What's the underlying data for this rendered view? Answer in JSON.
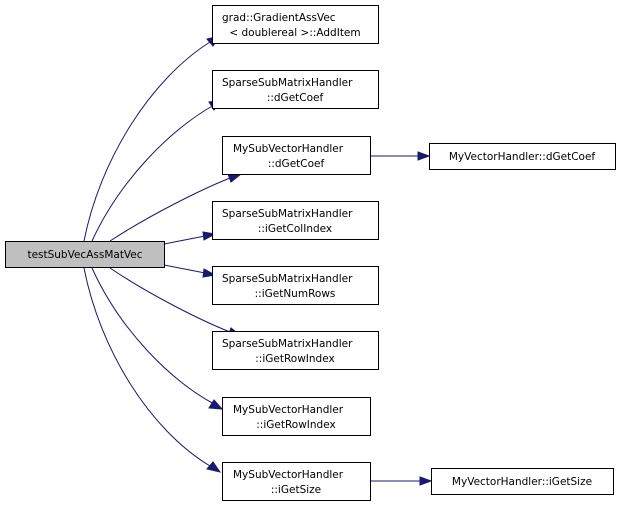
{
  "colors": {
    "edge": "#191970",
    "root_fill": "#bfbfbf",
    "node_fill": "#ffffff",
    "border": "#000000"
  },
  "nodes": {
    "root": {
      "lines": [
        "testSubVecAssMatVec"
      ]
    },
    "n1": {
      "lines": [
        "grad::GradientAssVec",
        "< doublereal >::AddItem"
      ]
    },
    "n2": {
      "lines": [
        "SparseSubMatrixHandler",
        "::dGetCoef"
      ]
    },
    "n3": {
      "lines": [
        "MySubVectorHandler",
        "::dGetCoef"
      ]
    },
    "n4": {
      "lines": [
        "SparseSubMatrixHandler",
        "::iGetColIndex"
      ]
    },
    "n5": {
      "lines": [
        "SparseSubMatrixHandler",
        "::iGetNumRows"
      ]
    },
    "n6": {
      "lines": [
        "SparseSubMatrixHandler",
        "::iGetRowIndex"
      ]
    },
    "n7": {
      "lines": [
        "MySubVectorHandler",
        "::iGetRowIndex"
      ]
    },
    "n8": {
      "lines": [
        "MySubVectorHandler",
        "::iGetSize"
      ]
    },
    "n9": {
      "lines": [
        "MyVectorHandler::dGetCoef"
      ]
    },
    "n10": {
      "lines": [
        "MyVectorHandler::iGetSize"
      ]
    }
  }
}
